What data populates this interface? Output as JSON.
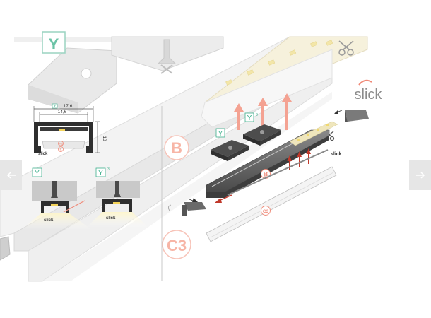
{
  "diagram": {
    "badges": {
      "y_large": "Y",
      "y_detail_1": "Y",
      "y_detail_2": "Y",
      "y_mid_1": "Y",
      "y_mid_2": "Y",
      "y_sup": "3"
    },
    "section_labels": {
      "b_large": "B",
      "c3_large": "C3",
      "b_small": "B",
      "c3_small": "C3"
    },
    "dimensions": {
      "outer_width": "17,6",
      "inner_width": "14,6",
      "height": "10"
    },
    "cross_section": {
      "code_c3": "C3",
      "code_b": "B"
    },
    "brand": {
      "name": "slick"
    }
  },
  "nav": {
    "prev_icon": "arrow-left-icon",
    "next_icon": "arrow-right-icon"
  },
  "colors": {
    "accent": "#f08a78",
    "badge": "#3fb08d",
    "profile_dark": "#5a5a5a",
    "nav_bg": "#e6e6e6"
  }
}
